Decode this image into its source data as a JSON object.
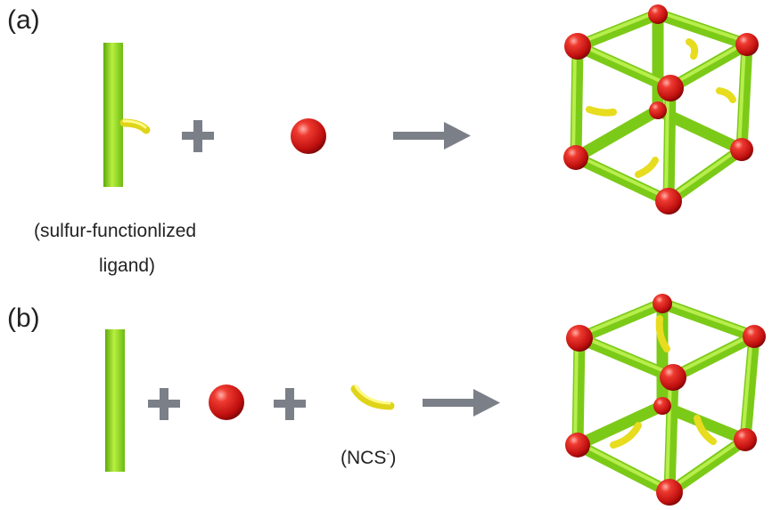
{
  "panels": [
    {
      "label": "(a)",
      "caption_line1": "(sulfur-functionlized",
      "caption_line2": "ligand)",
      "operator_plus": "+",
      "result": "cage with sulfur sites on ligands"
    },
    {
      "label": "(b)",
      "operator_plus": "+",
      "ncs_caption_main": "(NCS",
      "ncs_caption_sup": "-",
      "ncs_caption_end": ")",
      "result": "cage with encapsulated NCS"
    }
  ],
  "colors": {
    "ligand_green": "#8fdc1f",
    "metal_red": "#d8191c",
    "sulfur_yellow": "#f4ec3a",
    "operator_gray": "#7b7f88",
    "text": "#222222"
  },
  "icons": {
    "ligand": "green-rod",
    "metal": "red-sphere",
    "sulfur": "yellow-arc",
    "arrow": "gray-right-arrow",
    "product": "cubic-cage"
  }
}
